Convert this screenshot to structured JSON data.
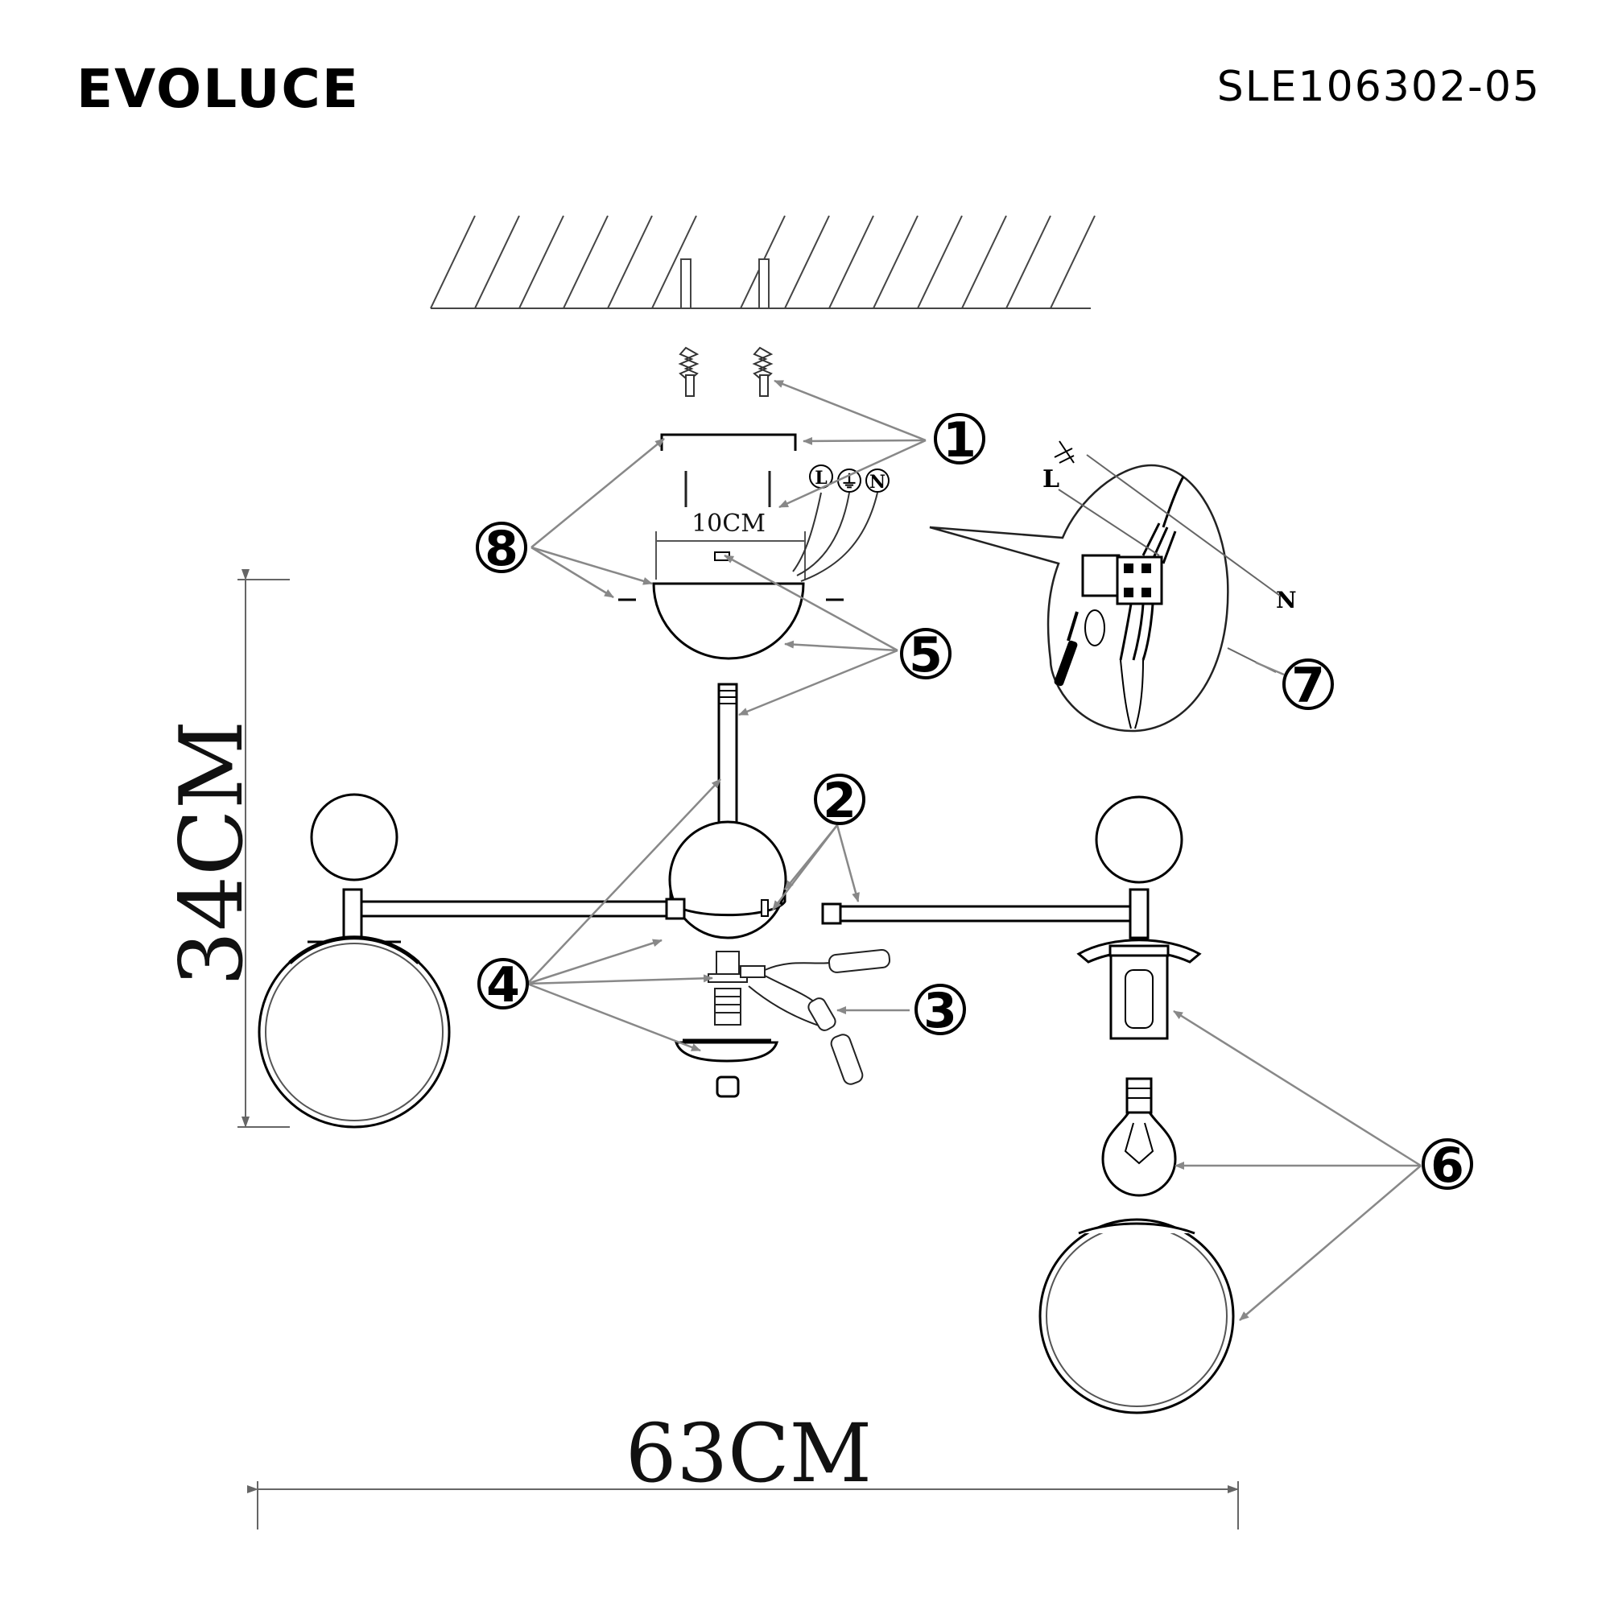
{
  "header": {
    "brand": "EVOLUCE",
    "model": "SLE106302-05"
  },
  "dimensions": {
    "height": "34CM",
    "width": "63CM",
    "mount_spacing": "10CM"
  },
  "terminals": {
    "live": "L",
    "earth": "⏚",
    "neutral": "N"
  },
  "detail_wire_labels": {
    "live": "L",
    "neutral": "N"
  },
  "callouts": [
    "1",
    "2",
    "3",
    "4",
    "5",
    "6",
    "7",
    "8"
  ]
}
